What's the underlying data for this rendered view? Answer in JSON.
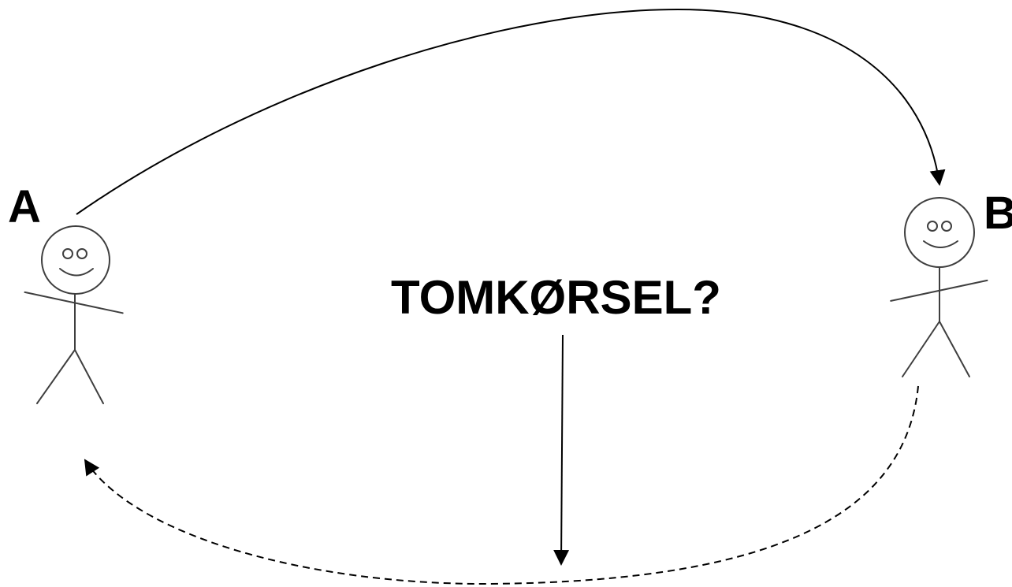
{
  "labels": {
    "person_a": "A",
    "person_b": "B",
    "question": "TOMKØRSEL?"
  },
  "colors": {
    "line": "#000000",
    "figure": "#3f3f3f",
    "background": "#ffffff"
  },
  "arrows": {
    "a_to_b": "solid",
    "b_to_a": "dashed",
    "question_down": "solid"
  }
}
